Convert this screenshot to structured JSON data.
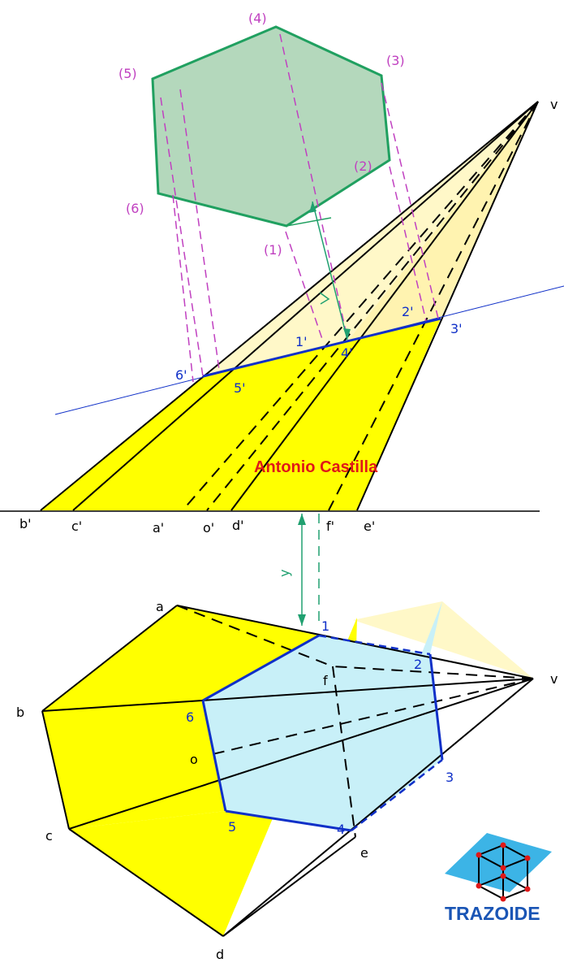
{
  "author": "Antonio Castilla",
  "logo": {
    "text": "TRAZOIDE"
  },
  "labels": {
    "elevation_base": [
      "b'",
      "c'",
      "a'",
      "o'",
      "d'",
      "f'",
      "e'"
    ],
    "apex": "v",
    "elevation_section": [
      "1'",
      "2'",
      "3'",
      "4'",
      "5'",
      "6'"
    ],
    "true_shape": [
      "(1)",
      "(2)",
      "(3)",
      "(4)",
      "(5)",
      "(6)"
    ],
    "plan_base": [
      "a",
      "b",
      "c",
      "d",
      "e",
      "f",
      "o"
    ],
    "plan_section": [
      "1",
      "2",
      "3",
      "4",
      "5",
      "6"
    ],
    "distance": "y"
  },
  "colors": {
    "pyramid_face": "#ffff00",
    "pyramid_face_light": "#fff8c8",
    "section_plan_fill": "#c8f0f8",
    "true_shape_fill": "#b4d8bc",
    "true_shape_edge": "#20a060",
    "section_edge": "#1030c8",
    "projector_lines": "#c040c0",
    "distance_marker": "#20a070",
    "edges": "#000000"
  }
}
